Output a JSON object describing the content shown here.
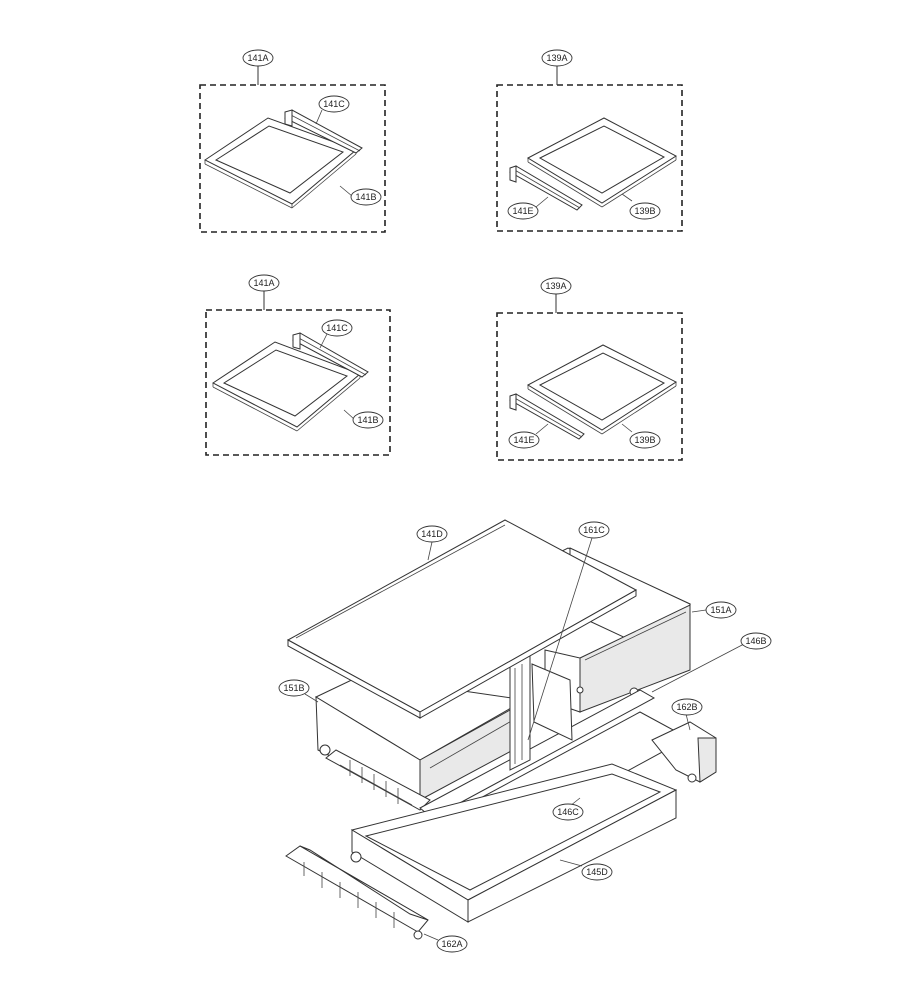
{
  "callouts": {
    "g1_141A": "141A",
    "g1_141C": "141C",
    "g1_141B": "141B",
    "g2_139A": "139A",
    "g2_141E": "141E",
    "g2_139B": "139B",
    "g3_141A": "141A",
    "g3_141C": "141C",
    "g3_141B": "141B",
    "g4_139A": "139A",
    "g4_141E": "141E",
    "g4_139B": "139B",
    "a_141D": "141D",
    "a_161C": "161C",
    "a_151A": "151A",
    "a_146B": "146B",
    "a_151B": "151B",
    "a_162B": "162B",
    "a_146C": "146C",
    "a_145D": "145D",
    "a_162A": "162A"
  }
}
